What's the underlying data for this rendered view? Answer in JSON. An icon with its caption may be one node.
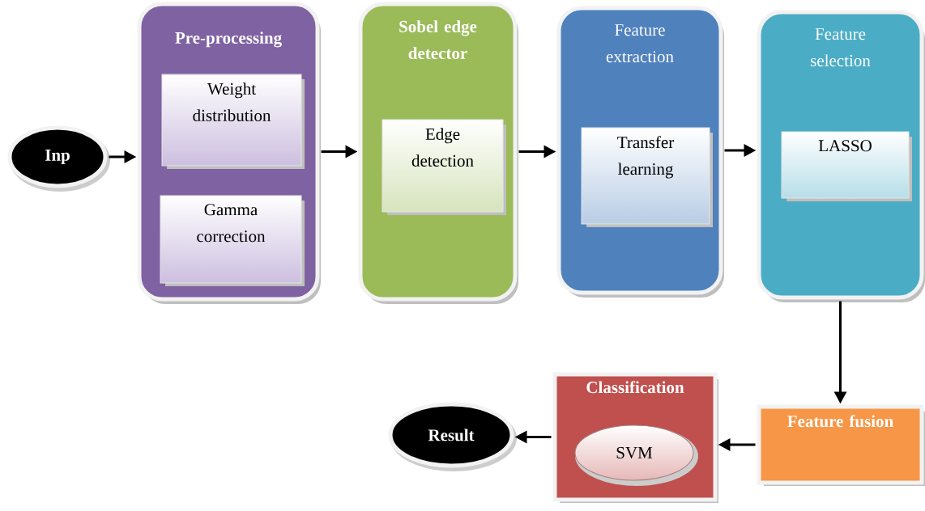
{
  "diagram": {
    "nodes": [
      {
        "text": [
          "Inp"
        ]
      },
      {
        "text": [
          "Pre-processing"
        ]
      },
      {
        "text": [
          "Weight distribution"
        ],
        "in": 1
      },
      {
        "text": [
          "Gamma correction"
        ],
        "in": 1
      },
      {
        "text": [
          "Sobel edge detector"
        ]
      },
      {
        "text": [
          "Edge detection"
        ],
        "in": 4
      },
      {
        "text": [
          "Feature extraction"
        ]
      },
      {
        "text": [
          "Transfer learning"
        ],
        "in": 6
      },
      {
        "text": [
          "Feature selection"
        ]
      },
      {
        "text": [
          "LASSO"
        ],
        "in": 8
      },
      {
        "text": [
          "Feature fusion"
        ]
      },
      {
        "text": [
          "Classification"
        ]
      },
      {
        "text": [
          "SVM"
        ],
        "in": 11
      },
      {
        "text": [
          "Result"
        ]
      }
    ],
    "edges": [
      {
        "from": 0,
        "to": 1,
        "arrow": "to"
      },
      {
        "from": 1,
        "to": 4,
        "arrow": "to"
      },
      {
        "from": 4,
        "to": 6,
        "arrow": "to"
      },
      {
        "from": 6,
        "to": 8,
        "arrow": "to"
      },
      {
        "from": 8,
        "to": 10,
        "arrow": "to"
      },
      {
        "from": 10,
        "to": 11,
        "arrow": "to"
      },
      {
        "from": 11,
        "to": 13,
        "arrow": "to"
      }
    ]
  }
}
